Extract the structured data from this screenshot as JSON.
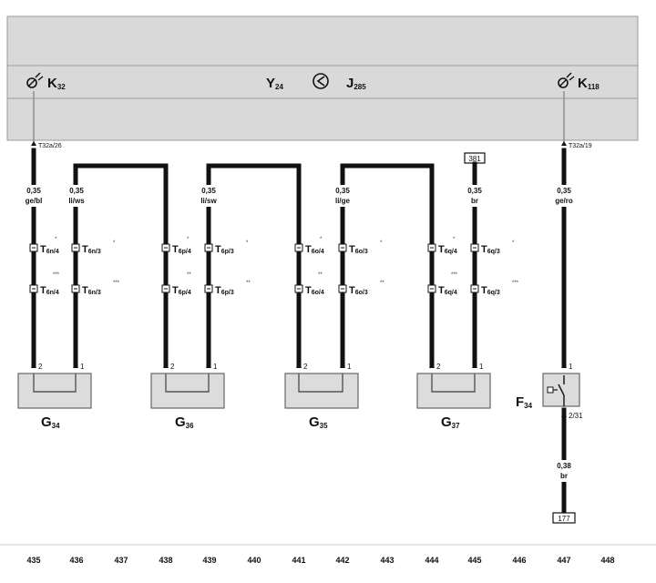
{
  "header": {
    "k32": {
      "main": "K",
      "sub": "32"
    },
    "y24": {
      "main": "Y",
      "sub": "24"
    },
    "j285": {
      "main": "J",
      "sub": "285"
    },
    "k118": {
      "main": "K",
      "sub": "118"
    }
  },
  "terminals": {
    "left": "T32a/26",
    "right": "T32a/19"
  },
  "ref_boxes": {
    "top": "381",
    "bottom": "177"
  },
  "wires": [
    {
      "gauge": "0,35",
      "color": "ge/bl"
    },
    {
      "gauge": "0,35",
      "color": "li/ws"
    },
    {
      "gauge": "0,35",
      "color": "li/sw"
    },
    {
      "gauge": "0,35",
      "color": "li/ge"
    },
    {
      "gauge": "0,35",
      "color": "br"
    },
    {
      "gauge": "0,35",
      "color": "ge/ro"
    },
    {
      "gauge": "0,38",
      "color": "br"
    }
  ],
  "connectors_row1": [
    {
      "main": "T",
      "sub": "6n/4"
    },
    {
      "main": "T",
      "sub": "6n/3"
    },
    {
      "main": "T",
      "sub": "6p/4"
    },
    {
      "main": "T",
      "sub": "6p/3"
    },
    {
      "main": "T",
      "sub": "6o/4"
    },
    {
      "main": "T",
      "sub": "6o/3"
    },
    {
      "main": "T",
      "sub": "6q/4"
    },
    {
      "main": "T",
      "sub": "6q/3"
    }
  ],
  "connectors_row2": [
    {
      "main": "T",
      "sub": "6n/4"
    },
    {
      "main": "T",
      "sub": "6n/3"
    },
    {
      "main": "T",
      "sub": "6p/4"
    },
    {
      "main": "T",
      "sub": "6p/3"
    },
    {
      "main": "T",
      "sub": "6o/4"
    },
    {
      "main": "T",
      "sub": "6o/3"
    },
    {
      "main": "T",
      "sub": "6q/4"
    },
    {
      "main": "T",
      "sub": "6q/3"
    }
  ],
  "star_marks": {
    "single": "*",
    "double": "**",
    "triple": "***"
  },
  "pins": {
    "one": "1",
    "two": "2"
  },
  "components": [
    {
      "main": "G",
      "sub": "34"
    },
    {
      "main": "G",
      "sub": "36"
    },
    {
      "main": "G",
      "sub": "35"
    },
    {
      "main": "G",
      "sub": "37"
    }
  ],
  "fuse": {
    "main": "F",
    "sub": "34",
    "pin_top": "1",
    "pin_bottom": "2/31"
  },
  "columns": [
    "435",
    "436",
    "437",
    "438",
    "439",
    "440",
    "441",
    "442",
    "443",
    "444",
    "445",
    "446",
    "447",
    "448"
  ],
  "colors": {
    "band": "#d9d9d9",
    "wire": "#111111",
    "component": "#dcdcdc",
    "thin": "#8a8a8a"
  }
}
